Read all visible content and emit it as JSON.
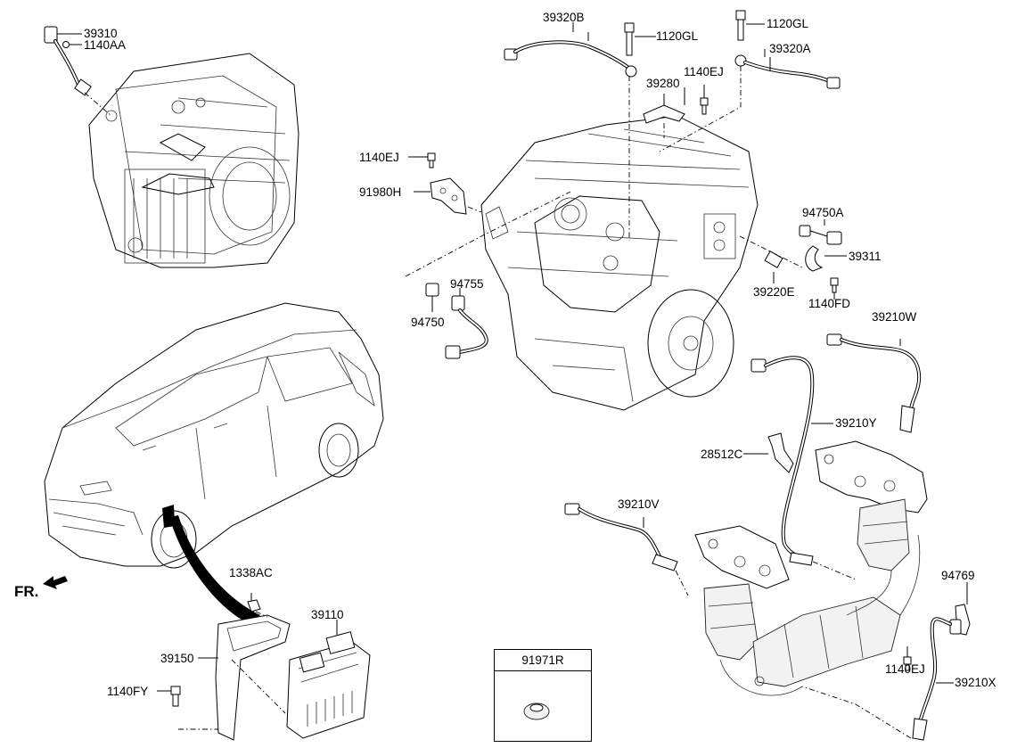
{
  "labels": {
    "p39310": "39310",
    "p1140AA": "1140AA",
    "p39320B": "39320B",
    "p1120GL_a": "1120GL",
    "p1120GL_b": "1120GL",
    "p39320A": "39320A",
    "p39280": "39280",
    "p1140EJ_top": "1140EJ",
    "p1140EJ_left": "1140EJ",
    "p91980H": "91980H",
    "p94750A": "94750A",
    "p39311": "39311",
    "p39220E": "39220E",
    "p1140FD": "1140FD",
    "p94755": "94755",
    "p94750": "94750",
    "p39210W": "39210W",
    "p39210Y": "39210Y",
    "p28512C": "28512C",
    "p39210V": "39210V",
    "p94769": "94769",
    "p1140EJ_right": "1140EJ",
    "p39210X": "39210X",
    "p1338AC": "1338AC",
    "p39110": "39110",
    "p39150": "39150",
    "p1140FY": "1140FY",
    "p91971R": "91971R",
    "fr": "FR."
  },
  "icons": {
    "front_arrow": "arrow-left-icon",
    "transmission": "transmission-illustration",
    "engine": "engine-illustration",
    "vehicle": "minivan-illustration",
    "ecu": "ecu-module-illustration",
    "exhaust": "exhaust-manifold-illustration"
  }
}
